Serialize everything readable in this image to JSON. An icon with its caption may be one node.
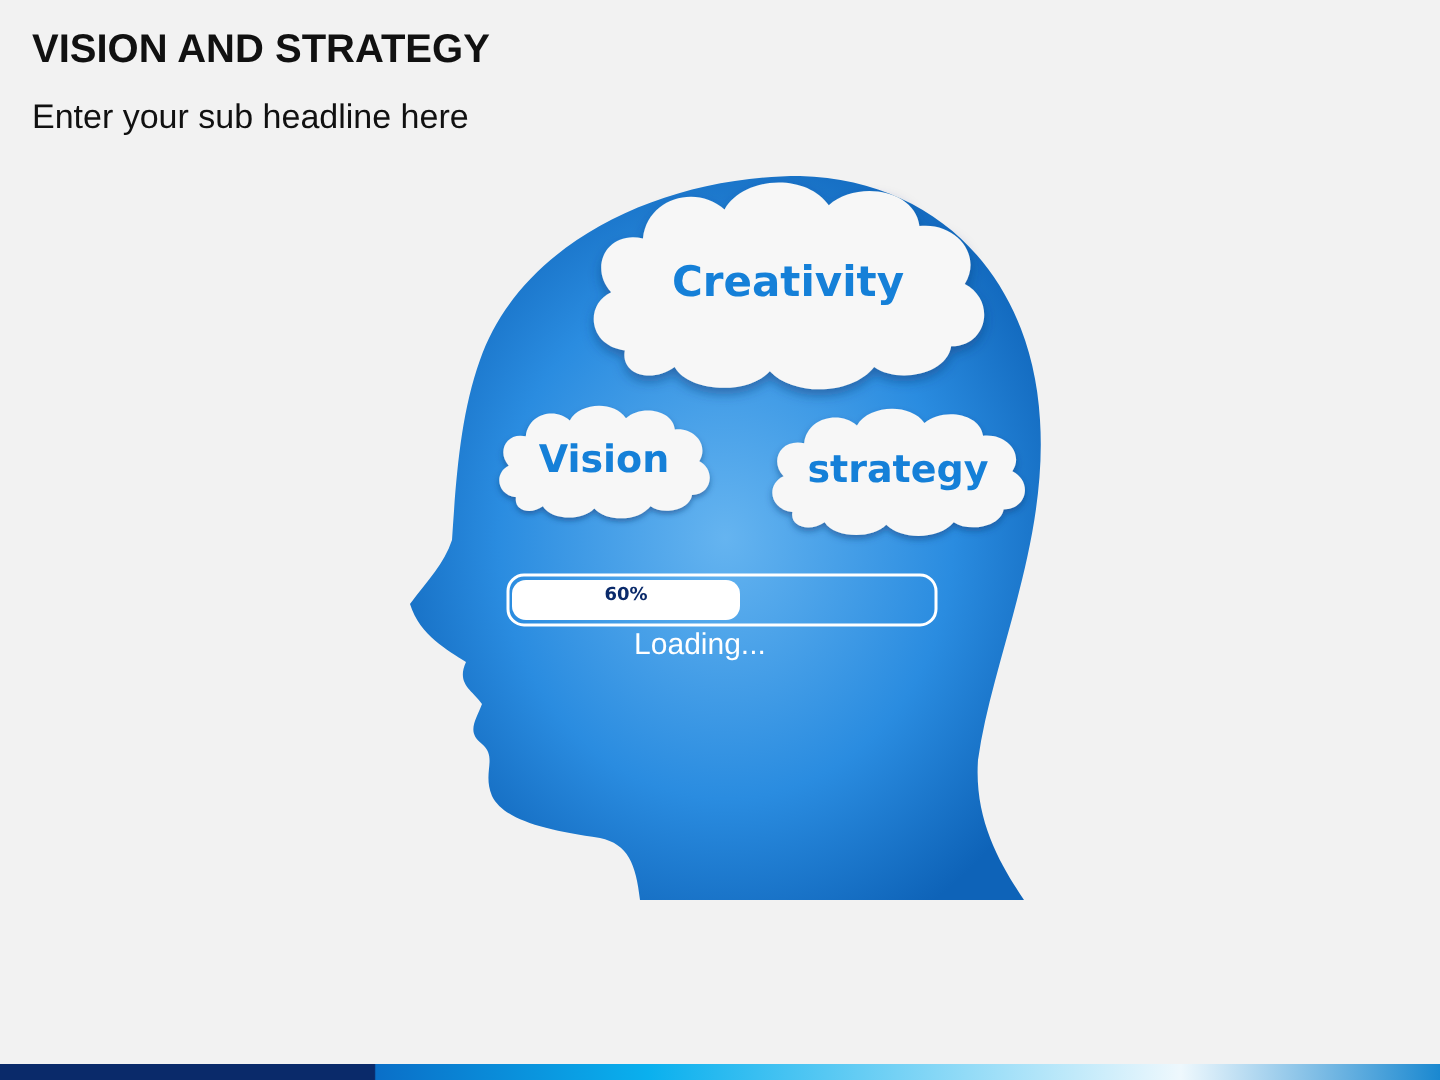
{
  "diagram": {
    "title": "VISION AND STRATEGY",
    "nodes": [
      {
        "text": [
          "Creativity"
        ]
      },
      {
        "text": [
          "Vision"
        ]
      },
      {
        "text": [
          "strategy"
        ]
      }
    ],
    "labels": [
      "Enter your sub headline here",
      "60%",
      "Loading..."
    ]
  }
}
